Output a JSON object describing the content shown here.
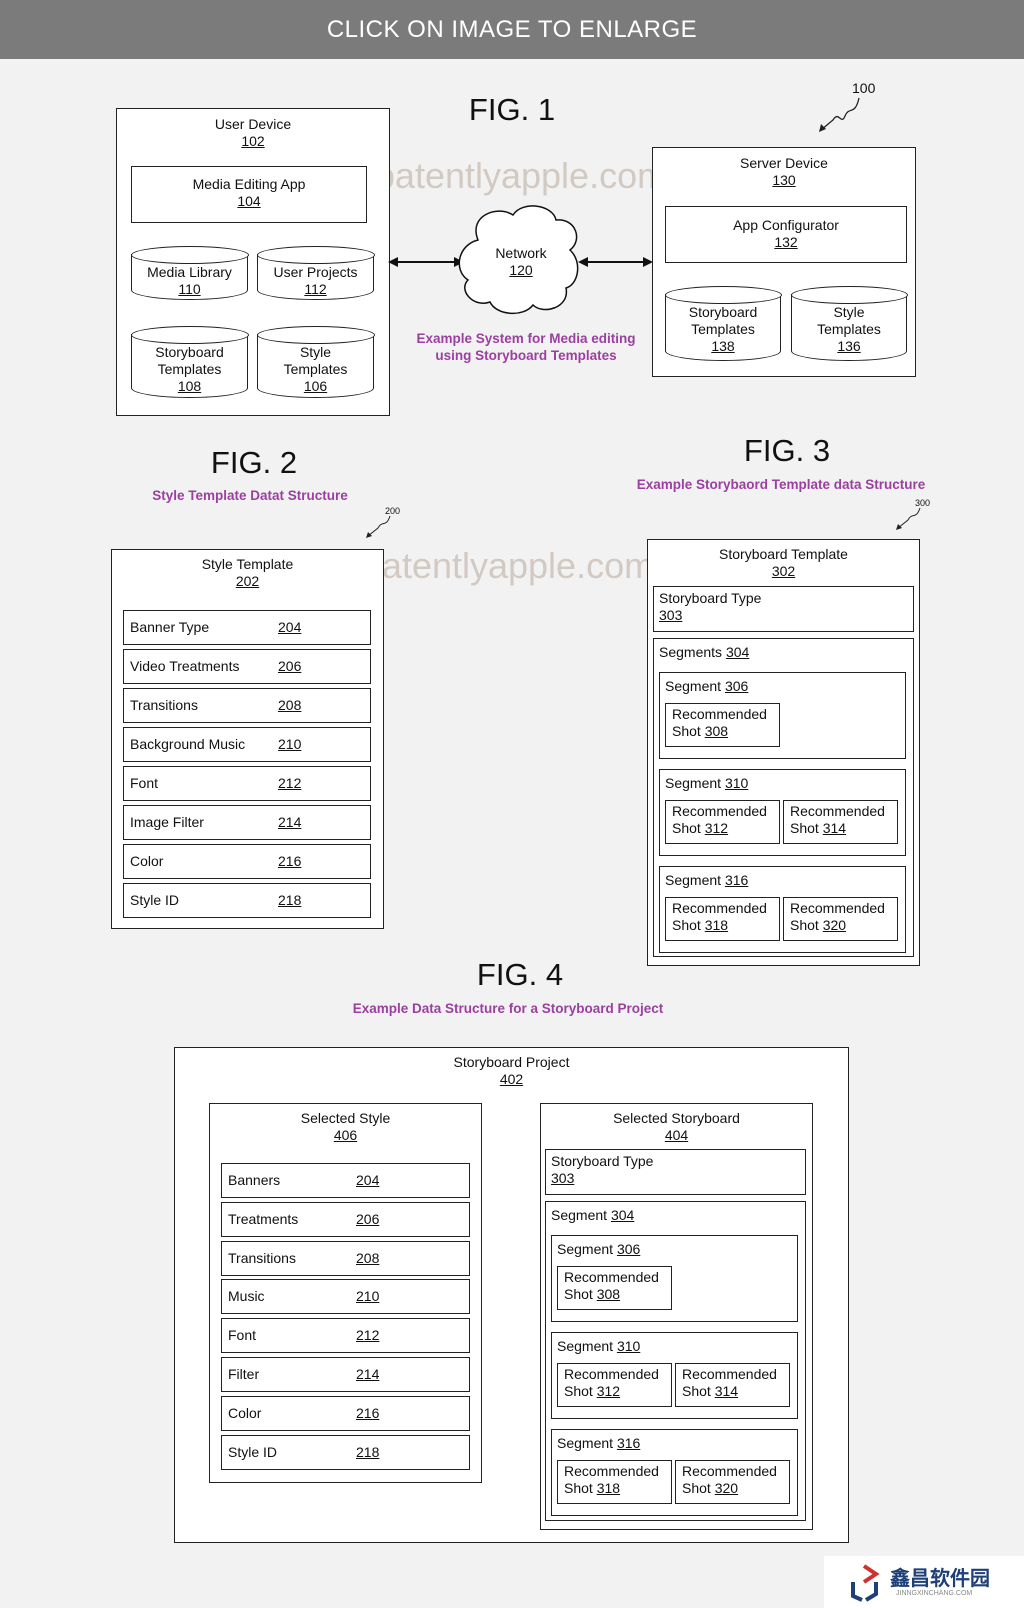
{
  "banner": "CLICK ON IMAGE TO ENLARGE",
  "watermark": "patentlyapple.com",
  "fig1": {
    "title": "FIG. 1",
    "ref": "100",
    "caption1": "Example System for Media editing",
    "caption2": "using Storyboard Templates",
    "user_device": {
      "label": "User Device",
      "num": "102"
    },
    "media_app": {
      "label": "Media Editing App",
      "num": "104"
    },
    "media_library": {
      "label": "Media Library",
      "num": "110"
    },
    "user_projects": {
      "label": "User Projects",
      "num": "112"
    },
    "storyboard_templates": {
      "l1": "Storyboard",
      "l2": "Templates",
      "num": "108"
    },
    "style_templates": {
      "l1": "Style",
      "l2": "Templates",
      "num": "106"
    },
    "network": {
      "label": "Network",
      "num": "120"
    },
    "server": {
      "label": "Server Device",
      "num": "130"
    },
    "app_config": {
      "label": "App Configurator",
      "num": "132"
    },
    "server_storyboard": {
      "l1": "Storyboard",
      "l2": "Templates",
      "num": "138"
    },
    "server_style": {
      "l1": "Style",
      "l2": "Templates",
      "num": "136"
    }
  },
  "fig2": {
    "title": "FIG. 2",
    "caption": "Style Template Datat Structure",
    "ref": "200",
    "box": {
      "label": "Style Template",
      "num": "202"
    },
    "rows": [
      {
        "label": "Banner Type",
        "num": "204"
      },
      {
        "label": "Video Treatments",
        "num": "206"
      },
      {
        "label": "Transitions",
        "num": "208"
      },
      {
        "label": "Background Music",
        "num": "210"
      },
      {
        "label": "Font",
        "num": "212"
      },
      {
        "label": "Image Filter",
        "num": "214"
      },
      {
        "label": "Color",
        "num": "216"
      },
      {
        "label": "Style ID",
        "num": "218"
      }
    ]
  },
  "fig3": {
    "title": "FIG. 3",
    "caption": "Example Storybaord Template data Structure",
    "ref": "300",
    "box": {
      "label": "Storyboard Template",
      "num": "302"
    },
    "type": {
      "label": "Storyboard Type",
      "num": "303"
    },
    "segments": {
      "label": "Segments",
      "num": "304"
    },
    "seg306": {
      "label": "Segment",
      "num": "306"
    },
    "seg310": {
      "label": "Segment",
      "num": "310"
    },
    "seg316": {
      "label": "Segment",
      "num": "316"
    },
    "shot_label": "Recommended",
    "shot_word": "Shot",
    "shots": {
      "s308": "308",
      "s312": "312",
      "s314": "314",
      "s318": "318",
      "s320": "320"
    }
  },
  "fig4": {
    "title": "FIG. 4",
    "caption": "Example Data Structure for a Storyboard Project",
    "project": {
      "label": "Storyboard Project",
      "num": "402"
    },
    "style": {
      "label": "Selected Style",
      "num": "406"
    },
    "rows": [
      {
        "label": "Banners",
        "num": "204"
      },
      {
        "label": "Treatments",
        "num": "206"
      },
      {
        "label": "Transitions",
        "num": "208"
      },
      {
        "label": "Music",
        "num": "210"
      },
      {
        "label": "Font",
        "num": "212"
      },
      {
        "label": "Filter",
        "num": "214"
      },
      {
        "label": "Color",
        "num": "216"
      },
      {
        "label": "Style ID",
        "num": "218"
      }
    ],
    "storyboard": {
      "label": "Selected Storyboard",
      "num": "404"
    },
    "type": {
      "label": "Storyboard Type",
      "num": "303"
    },
    "segment": {
      "label": "Segment",
      "num": "304"
    },
    "seg306": {
      "label": "Segment",
      "num": "306"
    },
    "seg310": {
      "label": "Segment",
      "num": "310"
    },
    "seg316": {
      "label": "Segment",
      "num": "316"
    }
  },
  "logo": {
    "text": "鑫昌软件园",
    "sub": "JINNGXINCHANG.COM"
  }
}
